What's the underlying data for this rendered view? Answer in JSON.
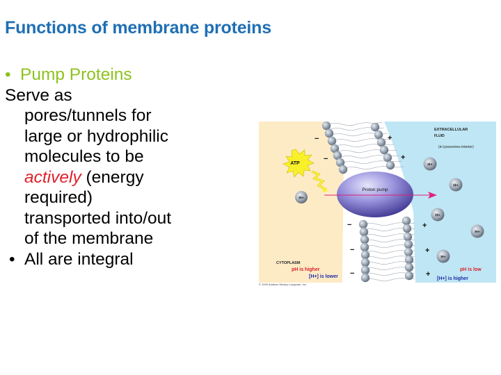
{
  "slide": {
    "title": "Functions of membrane proteins",
    "colors": {
      "title": "#1f6fb4",
      "bullet_heading": "#8dc21f",
      "emphasis": "#e0202a",
      "body": "#000000"
    },
    "bullets": [
      {
        "level": 1,
        "bullet": "•",
        "text": "Pump Proteins"
      },
      {
        "level": 0,
        "lines": [
          "Serve as",
          "pores/tunnels for",
          "large or hydrophilic",
          "molecules to be"
        ]
      },
      {
        "level": 0,
        "emphasis": "actively",
        "after_emphasis": " (energy"
      },
      {
        "level": 0,
        "lines": [
          "required)",
          "transported into/out",
          "of the membrane"
        ]
      },
      {
        "level": 2,
        "bullet": "•",
        "text": "All are integral"
      }
    ]
  },
  "diagram": {
    "extracellular_label_1": "EXTRACELLULAR",
    "extracellular_label_2": "FLUID",
    "extracellular_sub": "(in lysosomes interior)",
    "atp_label": "ATP",
    "pump_label": "Proton pump",
    "ion_label": "H+",
    "cytoplasm_label": "CYTOPLASM",
    "cytoplasm_ph": "pH is higher",
    "cytoplasm_h": "[H+] is lower",
    "extracellular_ph": "pH is low",
    "extracellular_h": "[H+] is higher",
    "copyright": "© 1999 Addison Wesley Longman, Inc.",
    "colors": {
      "cytoplasm_bg": "#fdebc6",
      "extracellular_bg": "#bfe6f4",
      "pump": "#8c86d6",
      "arrow": "#e0207a",
      "atp_star": "#f8f12a",
      "red_text": "#d8202a",
      "blue_text": "#1e2aa8"
    },
    "charges": {
      "cytoplasm_side": "−",
      "extracellular_side": "+"
    }
  }
}
